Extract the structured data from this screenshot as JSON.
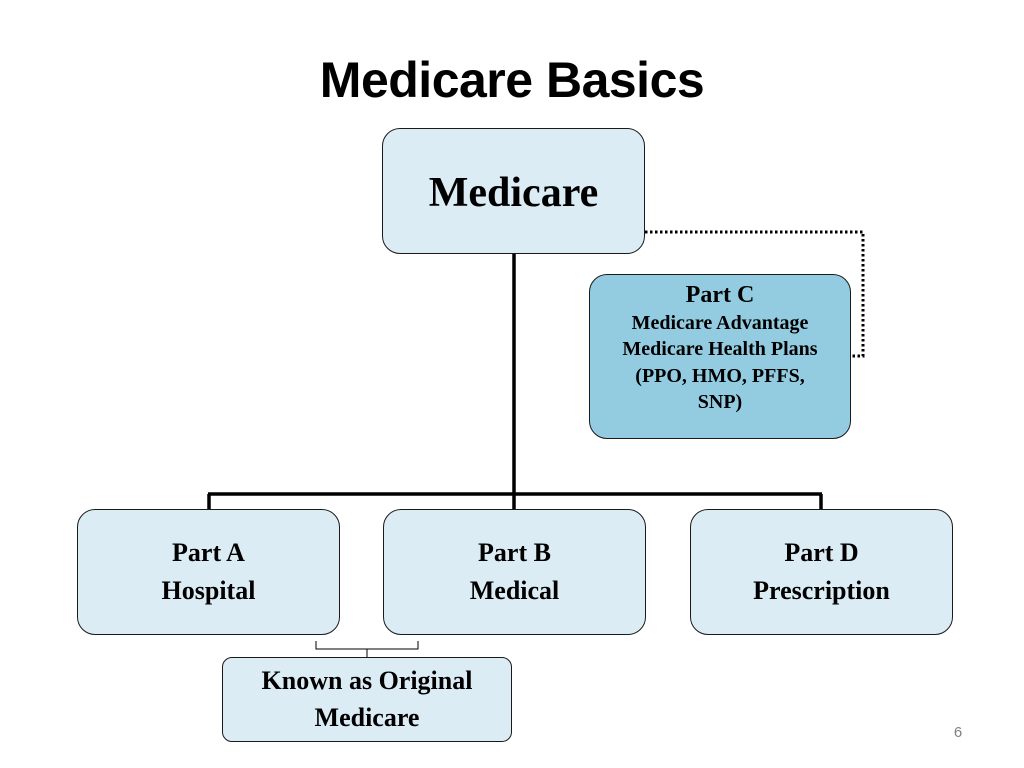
{
  "slide": {
    "title": "Medicare Basics",
    "page_number": "6"
  },
  "diagram": {
    "root": {
      "label": "Medicare"
    },
    "part_c": {
      "title": "Part C",
      "lines": [
        "Medicare Advantage",
        "Medicare Health Plans",
        "(PPO, HMO, PFFS,",
        "SNP)"
      ]
    },
    "parts": [
      {
        "name": "Part A",
        "desc": "Hospital"
      },
      {
        "name": "Part B",
        "desc": "Medical"
      },
      {
        "name": "Part D",
        "desc": "Prescription"
      }
    ],
    "original_note": {
      "line1": "Known as Original",
      "line2": "Medicare"
    }
  },
  "colors": {
    "box_fill": "#dcecf5",
    "part_c_fill": "#93cce0",
    "outline": "#1a1a1a"
  }
}
